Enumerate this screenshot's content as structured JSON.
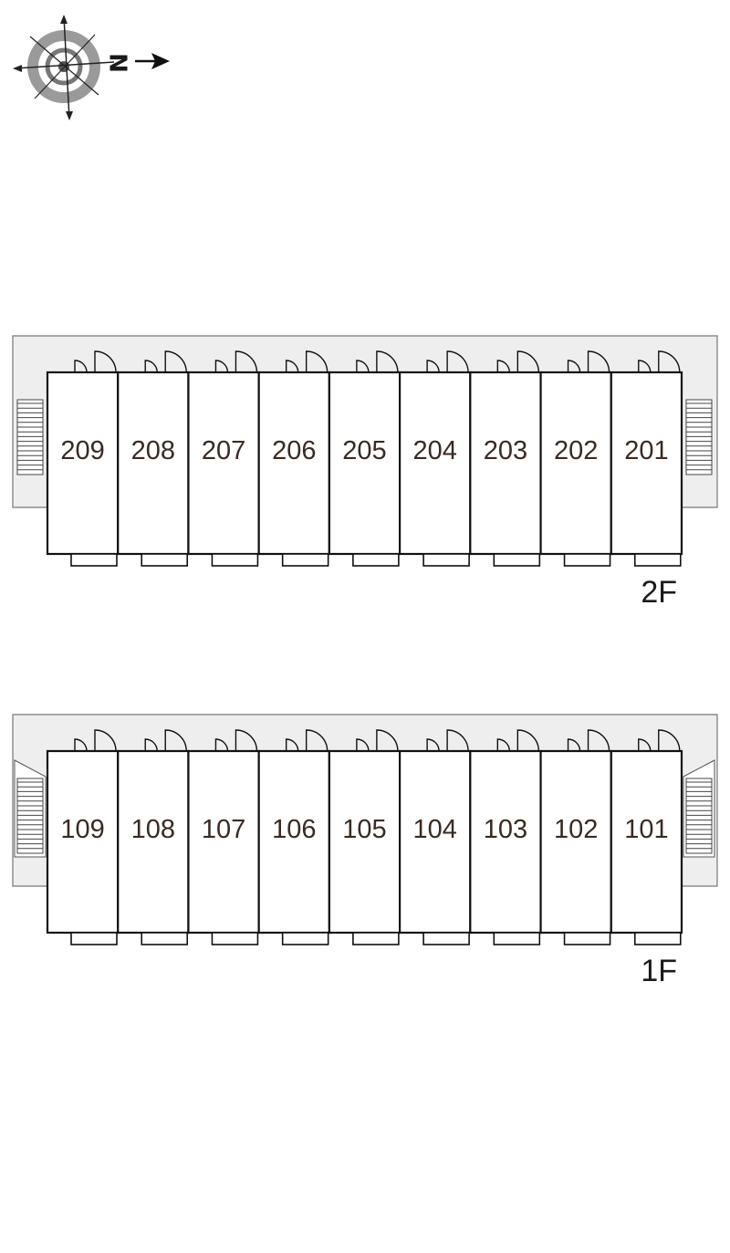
{
  "compass": {
    "north_label": "N",
    "icon": "compass-rose-icon"
  },
  "floors": [
    {
      "key": "2f",
      "label": "2F",
      "units": [
        "209",
        "208",
        "207",
        "206",
        "205",
        "204",
        "203",
        "202",
        "201"
      ]
    },
    {
      "key": "1f",
      "label": "1F",
      "units": [
        "109",
        "108",
        "107",
        "106",
        "105",
        "104",
        "103",
        "102",
        "101"
      ]
    }
  ],
  "colors": {
    "line": "#111111",
    "corridor": "#eeeeee",
    "outline": "#777777",
    "text": "#3a2a22"
  }
}
